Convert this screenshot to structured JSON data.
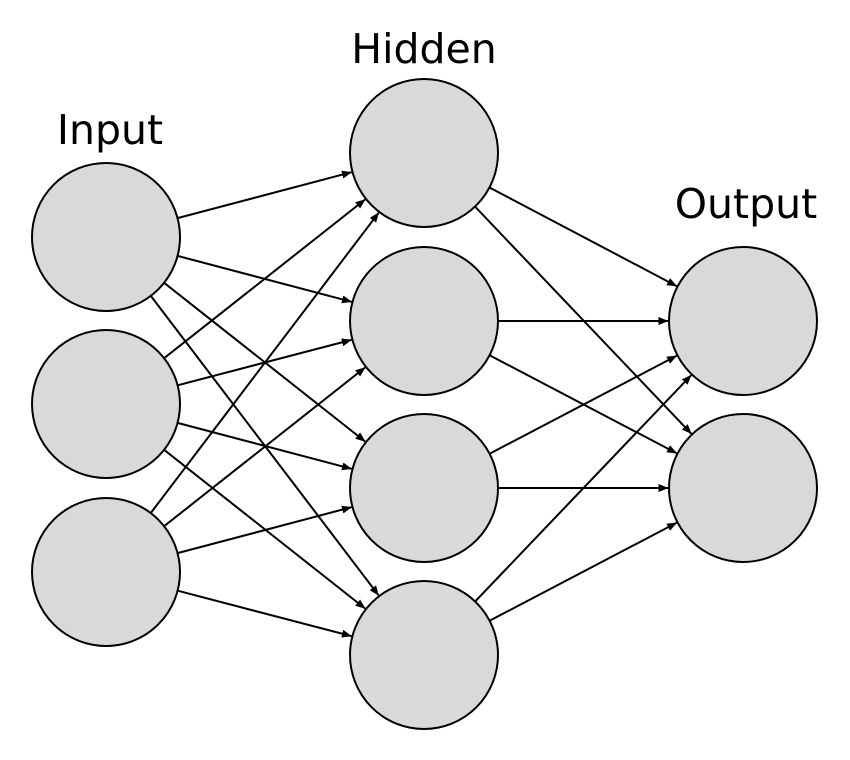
{
  "diagram": {
    "colors": {
      "node_fill": "#d9d9d9",
      "line": "#000000",
      "background": "#ffffff"
    },
    "layers": [
      {
        "key": "input",
        "label": "Input",
        "node_count": 3
      },
      {
        "key": "hidden",
        "label": "Hidden",
        "node_count": 4
      },
      {
        "key": "output",
        "label": "Output",
        "node_count": 2
      }
    ],
    "connections": "fully-connected, left to right"
  }
}
